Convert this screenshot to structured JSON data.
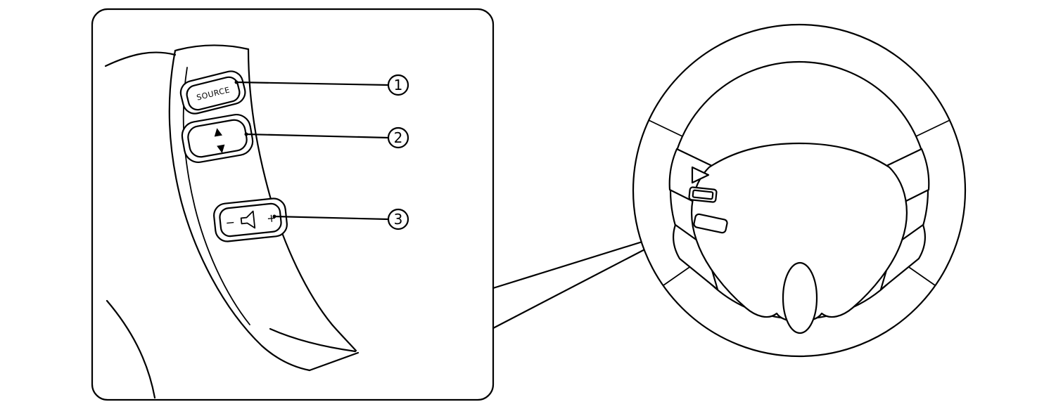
{
  "colors": {
    "line": "#000000",
    "background": "#ffffff"
  },
  "inset": {
    "buttons": {
      "source": {
        "label": "SOURCE"
      },
      "seek": {
        "up_icon": "▲",
        "down_icon": "▼"
      },
      "volume": {
        "minus": "−",
        "plus": "+"
      }
    }
  },
  "callouts": {
    "c1": "1",
    "c2": "2",
    "c3": "3"
  }
}
